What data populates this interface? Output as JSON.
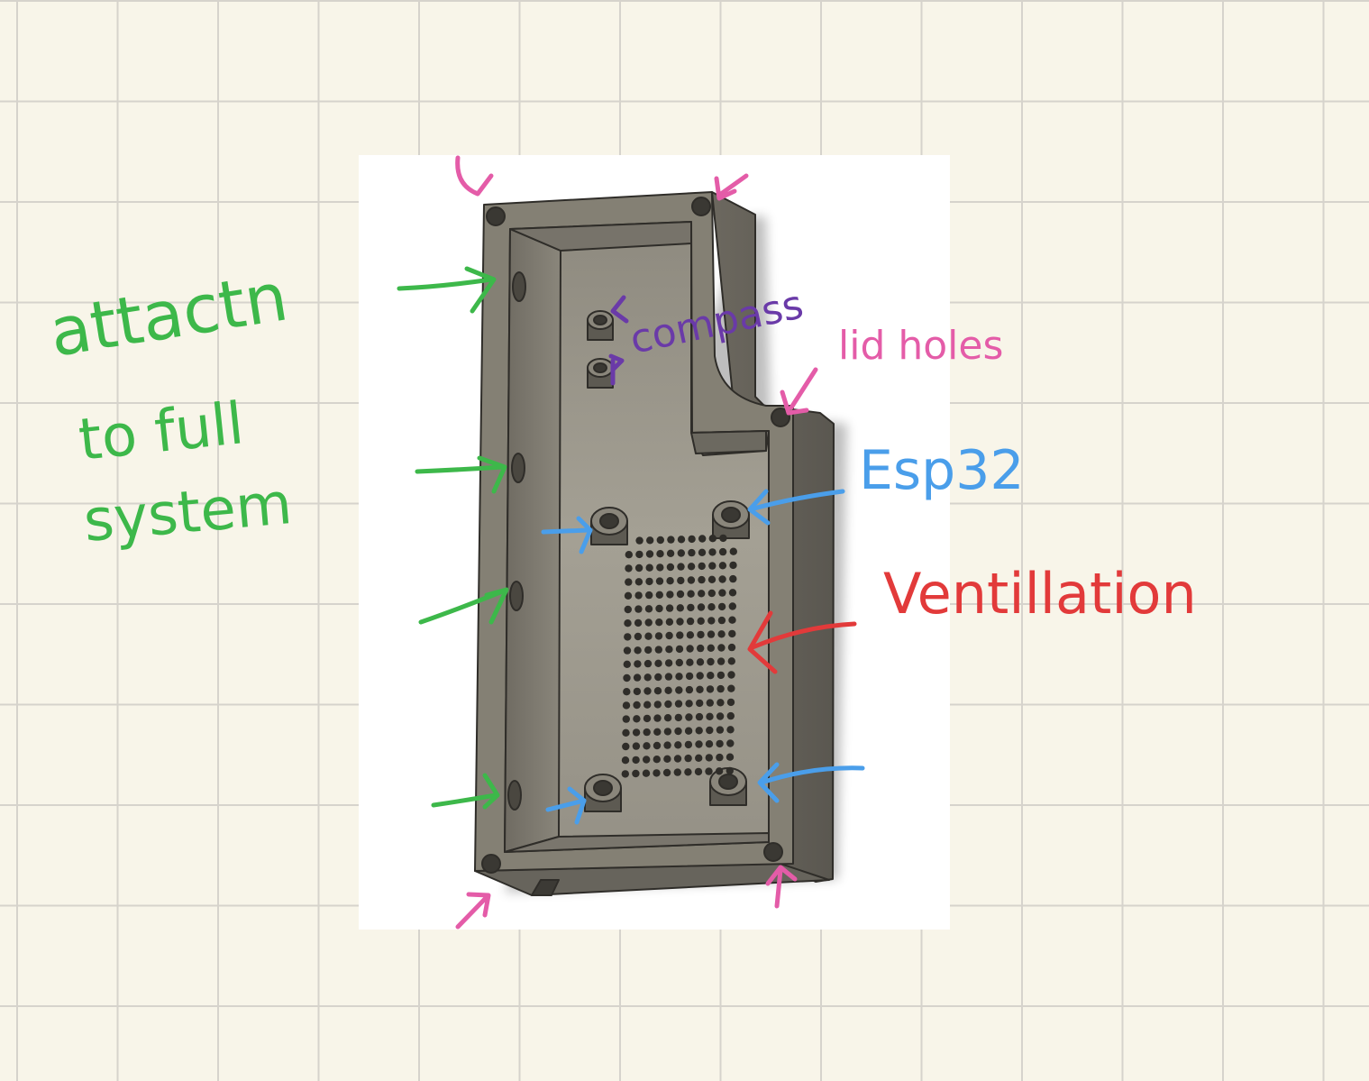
{
  "annotations": {
    "attach_line1": "attactn",
    "attach_line2": "to full",
    "attach_line3": "system",
    "compass": "compass",
    "lid_holes": "lid holes",
    "esp32": "Esp32",
    "ventilation": "Ventillation"
  },
  "colors": {
    "paper": "#f8f5e9",
    "grid": "#d6d3cc",
    "attach": "#3db84a",
    "compass": "#6a3aa8",
    "lid_holes": "#e45ca8",
    "esp32": "#4a9eea",
    "ventilation": "#e23a3a",
    "part_body": "#817d72",
    "part_floor": "#9b978b",
    "part_edge": "#2f2d29"
  },
  "vent_grid": {
    "columns": 11,
    "rows": 18
  }
}
